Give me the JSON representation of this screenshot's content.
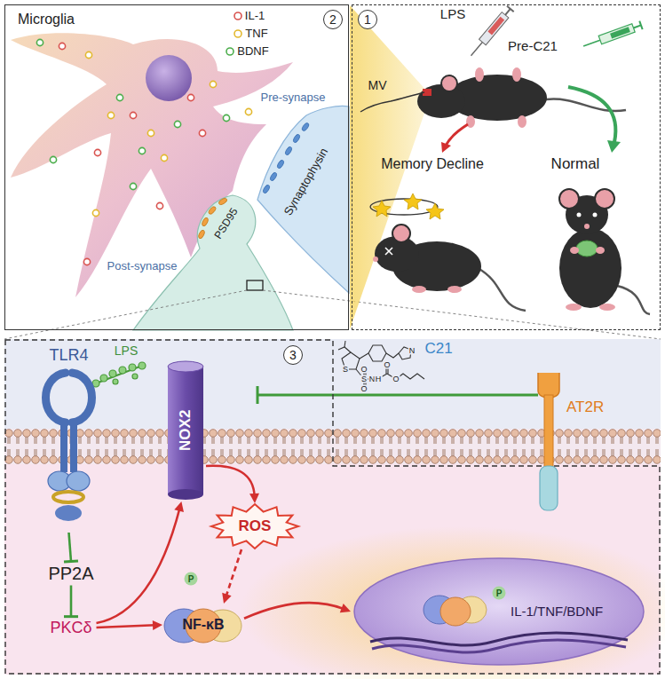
{
  "diagram": {
    "nodes": [
      {
        "text": [
          "2"
        ]
      },
      {
        "text": [
          "1"
        ]
      },
      {
        "text": [
          "3"
        ]
      },
      {
        "text": [
          "TLR4"
        ],
        "in": 2
      },
      {
        "text": [
          "NOX2"
        ],
        "in": 2
      },
      {
        "text": [
          "PP2A"
        ],
        "in": 2
      },
      {
        "text": [
          "PKCδ"
        ],
        "in": 2
      },
      {
        "text": [
          "ROS"
        ],
        "in": 2
      },
      {
        "text": [
          "NF-κB"
        ],
        "in": 2
      },
      {
        "text": [
          "AT2R"
        ]
      },
      {
        "text": [
          "IL-1/TNF/BDNF"
        ],
        "in": 2
      }
    ],
    "edges": [
      {
        "from": 3,
        "to": 5,
        "arrow": "to"
      },
      {
        "from": 5,
        "to": 6,
        "arrow": "to"
      },
      {
        "from": 6,
        "to": 4,
        "arrow": "to"
      },
      {
        "from": 6,
        "to": 8,
        "arrow": "to"
      },
      {
        "from": 4,
        "to": 7,
        "arrow": "to"
      },
      {
        "from": 7,
        "to": 8,
        "arrow": "to"
      },
      {
        "from": 8,
        "to": 10,
        "arrow": "to"
      }
    ],
    "labels": [
      "Microglia",
      "IL-1",
      "TNF",
      "BDNF",
      "Pre-synapse",
      "Synaptophysin",
      "PSD95",
      "Post-synapse",
      "LPS",
      "MV",
      "Pre-C21",
      "Memory Decline",
      "Normal",
      "LPS",
      "C21",
      "N",
      "S",
      "S",
      "O",
      "O",
      "N",
      "H",
      "O",
      "O",
      "P",
      "P"
    ]
  }
}
